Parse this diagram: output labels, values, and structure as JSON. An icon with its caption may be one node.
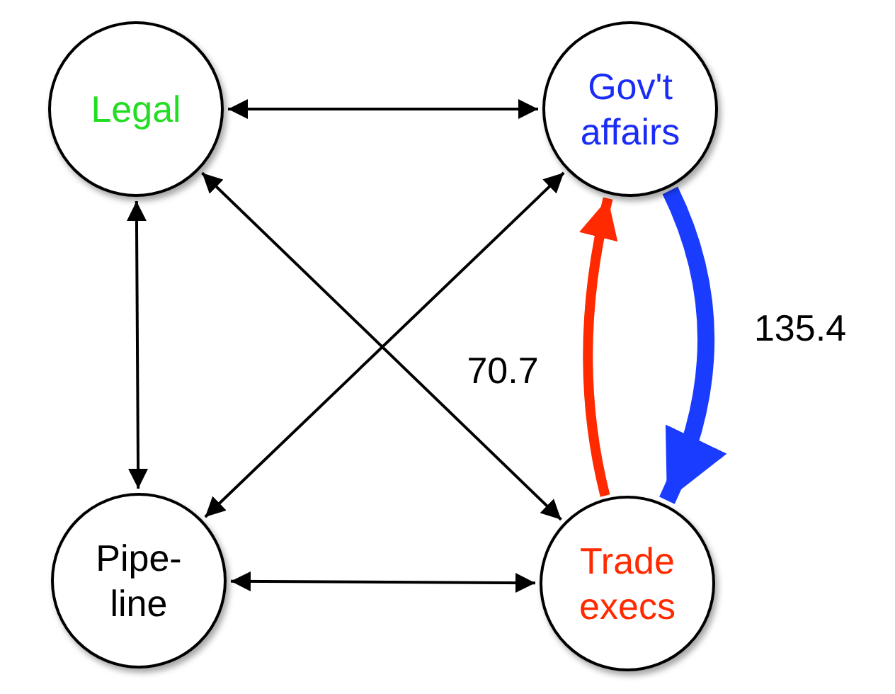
{
  "diagram": {
    "nodes": [
      {
        "text": [
          "Legal"
        ]
      },
      {
        "text": [
          "Gov't affairs"
        ]
      },
      {
        "text": [
          "Pipe- line"
        ]
      },
      {
        "text": [
          "Trade execs"
        ]
      }
    ],
    "edges": [
      {
        "from": 0,
        "to": 1,
        "arrow": "both"
      },
      {
        "from": 0,
        "to": 2,
        "arrow": "both"
      },
      {
        "from": 0,
        "to": 3,
        "arrow": "both"
      },
      {
        "from": 1,
        "to": 2,
        "arrow": "both"
      },
      {
        "from": 2,
        "to": 3,
        "arrow": "both"
      },
      {
        "from": 3,
        "to": 1,
        "arrow": "to",
        "label": "70.7",
        "style": "thick",
        "color": "#ff2a00"
      },
      {
        "from": 1,
        "to": 3,
        "arrow": "to",
        "label": "135.4",
        "style": "thick",
        "color": "#1a3cff"
      }
    ]
  }
}
